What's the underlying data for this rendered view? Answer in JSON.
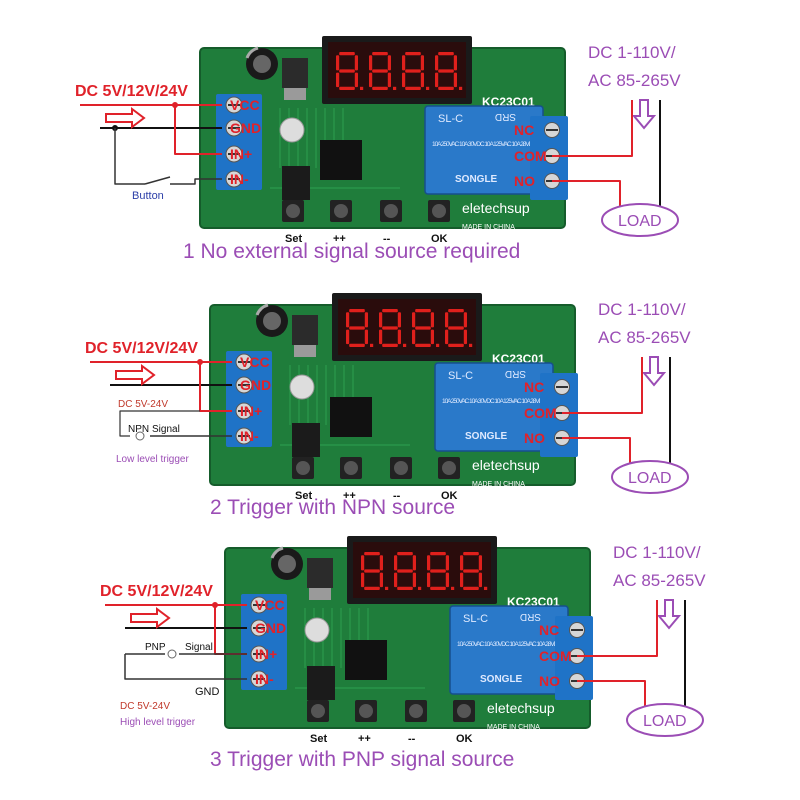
{
  "colors": {
    "pcb": "#1f7d3b",
    "pcb_dark": "#155c2b",
    "terminal": "#1f73c7",
    "relay": "#2a79c9",
    "wire_red": "#e0222a",
    "wire_black": "#111111",
    "purple": "#9b4db5",
    "display_digit": "#e0201c"
  },
  "panels": [
    {
      "dc_input": "DC 5V/12V/24V",
      "terminals": [
        "VCC",
        "GND",
        "IN+",
        "IN-"
      ],
      "relay_terminals": [
        "NC",
        "COM",
        "NO"
      ],
      "display": "8.8.8.8",
      "board_model": "KC23C01",
      "relay_top": "SRD",
      "relay_side": "SL-C",
      "relay_rating": "10A 250VAC 10A 30VDC 10A 125VAC 10A 28VDC",
      "relay_brand": "SONGLE",
      "buttons": [
        "Set",
        "++",
        "--",
        "OK"
      ],
      "brand": "eletechsup",
      "made_in": "MADE IN CHINA",
      "supply": [
        "DC 1-110V/",
        "AC 85-265V"
      ],
      "load": "LOAD",
      "extra": {
        "button": "Button"
      },
      "caption": "1 No external signal source required"
    },
    {
      "dc_input": "DC 5V/12V/24V",
      "terminals": [
        "VCC",
        "GND",
        "IN+",
        "IN-"
      ],
      "relay_terminals": [
        "NC",
        "COM",
        "NO"
      ],
      "display": "8.8.8.8",
      "board_model": "KC23C01",
      "relay_top": "SRD",
      "relay_side": "SL-C",
      "relay_rating": "10A 250VAC 10A 30VDC 10A 125VAC 10A 28VDC",
      "relay_brand": "SONGLE",
      "buttons": [
        "Set",
        "++",
        "--",
        "OK"
      ],
      "brand": "eletechsup",
      "made_in": "MADE IN CHINA",
      "supply": [
        "DC 1-110V/",
        "AC 85-265V"
      ],
      "load": "LOAD",
      "extra": {
        "dc_range": "DC 5V-24V",
        "npn": "NPN",
        "signal": "Signal",
        "trigger": "Low level trigger"
      },
      "caption": "2 Trigger with NPN source"
    },
    {
      "dc_input": "DC 5V/12V/24V",
      "terminals": [
        "VCC",
        "GND",
        "IN+",
        "IN-"
      ],
      "relay_terminals": [
        "NC",
        "COM",
        "NO"
      ],
      "display": "8.8.8.8",
      "board_model": "KC23C01",
      "relay_top": "SRD",
      "relay_side": "SL-C",
      "relay_rating": "10A 250VAC 10A 30VDC 10A 125VAC 10A 28VDC",
      "relay_brand": "SONGLE",
      "buttons": [
        "Set",
        "++",
        "--",
        "OK"
      ],
      "brand": "eletechsup",
      "made_in": "MADE IN CHINA",
      "supply": [
        "DC 1-110V/",
        "AC 85-265V"
      ],
      "load": "LOAD",
      "extra": {
        "pnp": "PNP",
        "signal": "Signal",
        "gnd": "GND",
        "dc_range": "DC 5V-24V",
        "trigger": "High level trigger"
      },
      "caption": "3 Trigger with PNP signal source"
    }
  ]
}
